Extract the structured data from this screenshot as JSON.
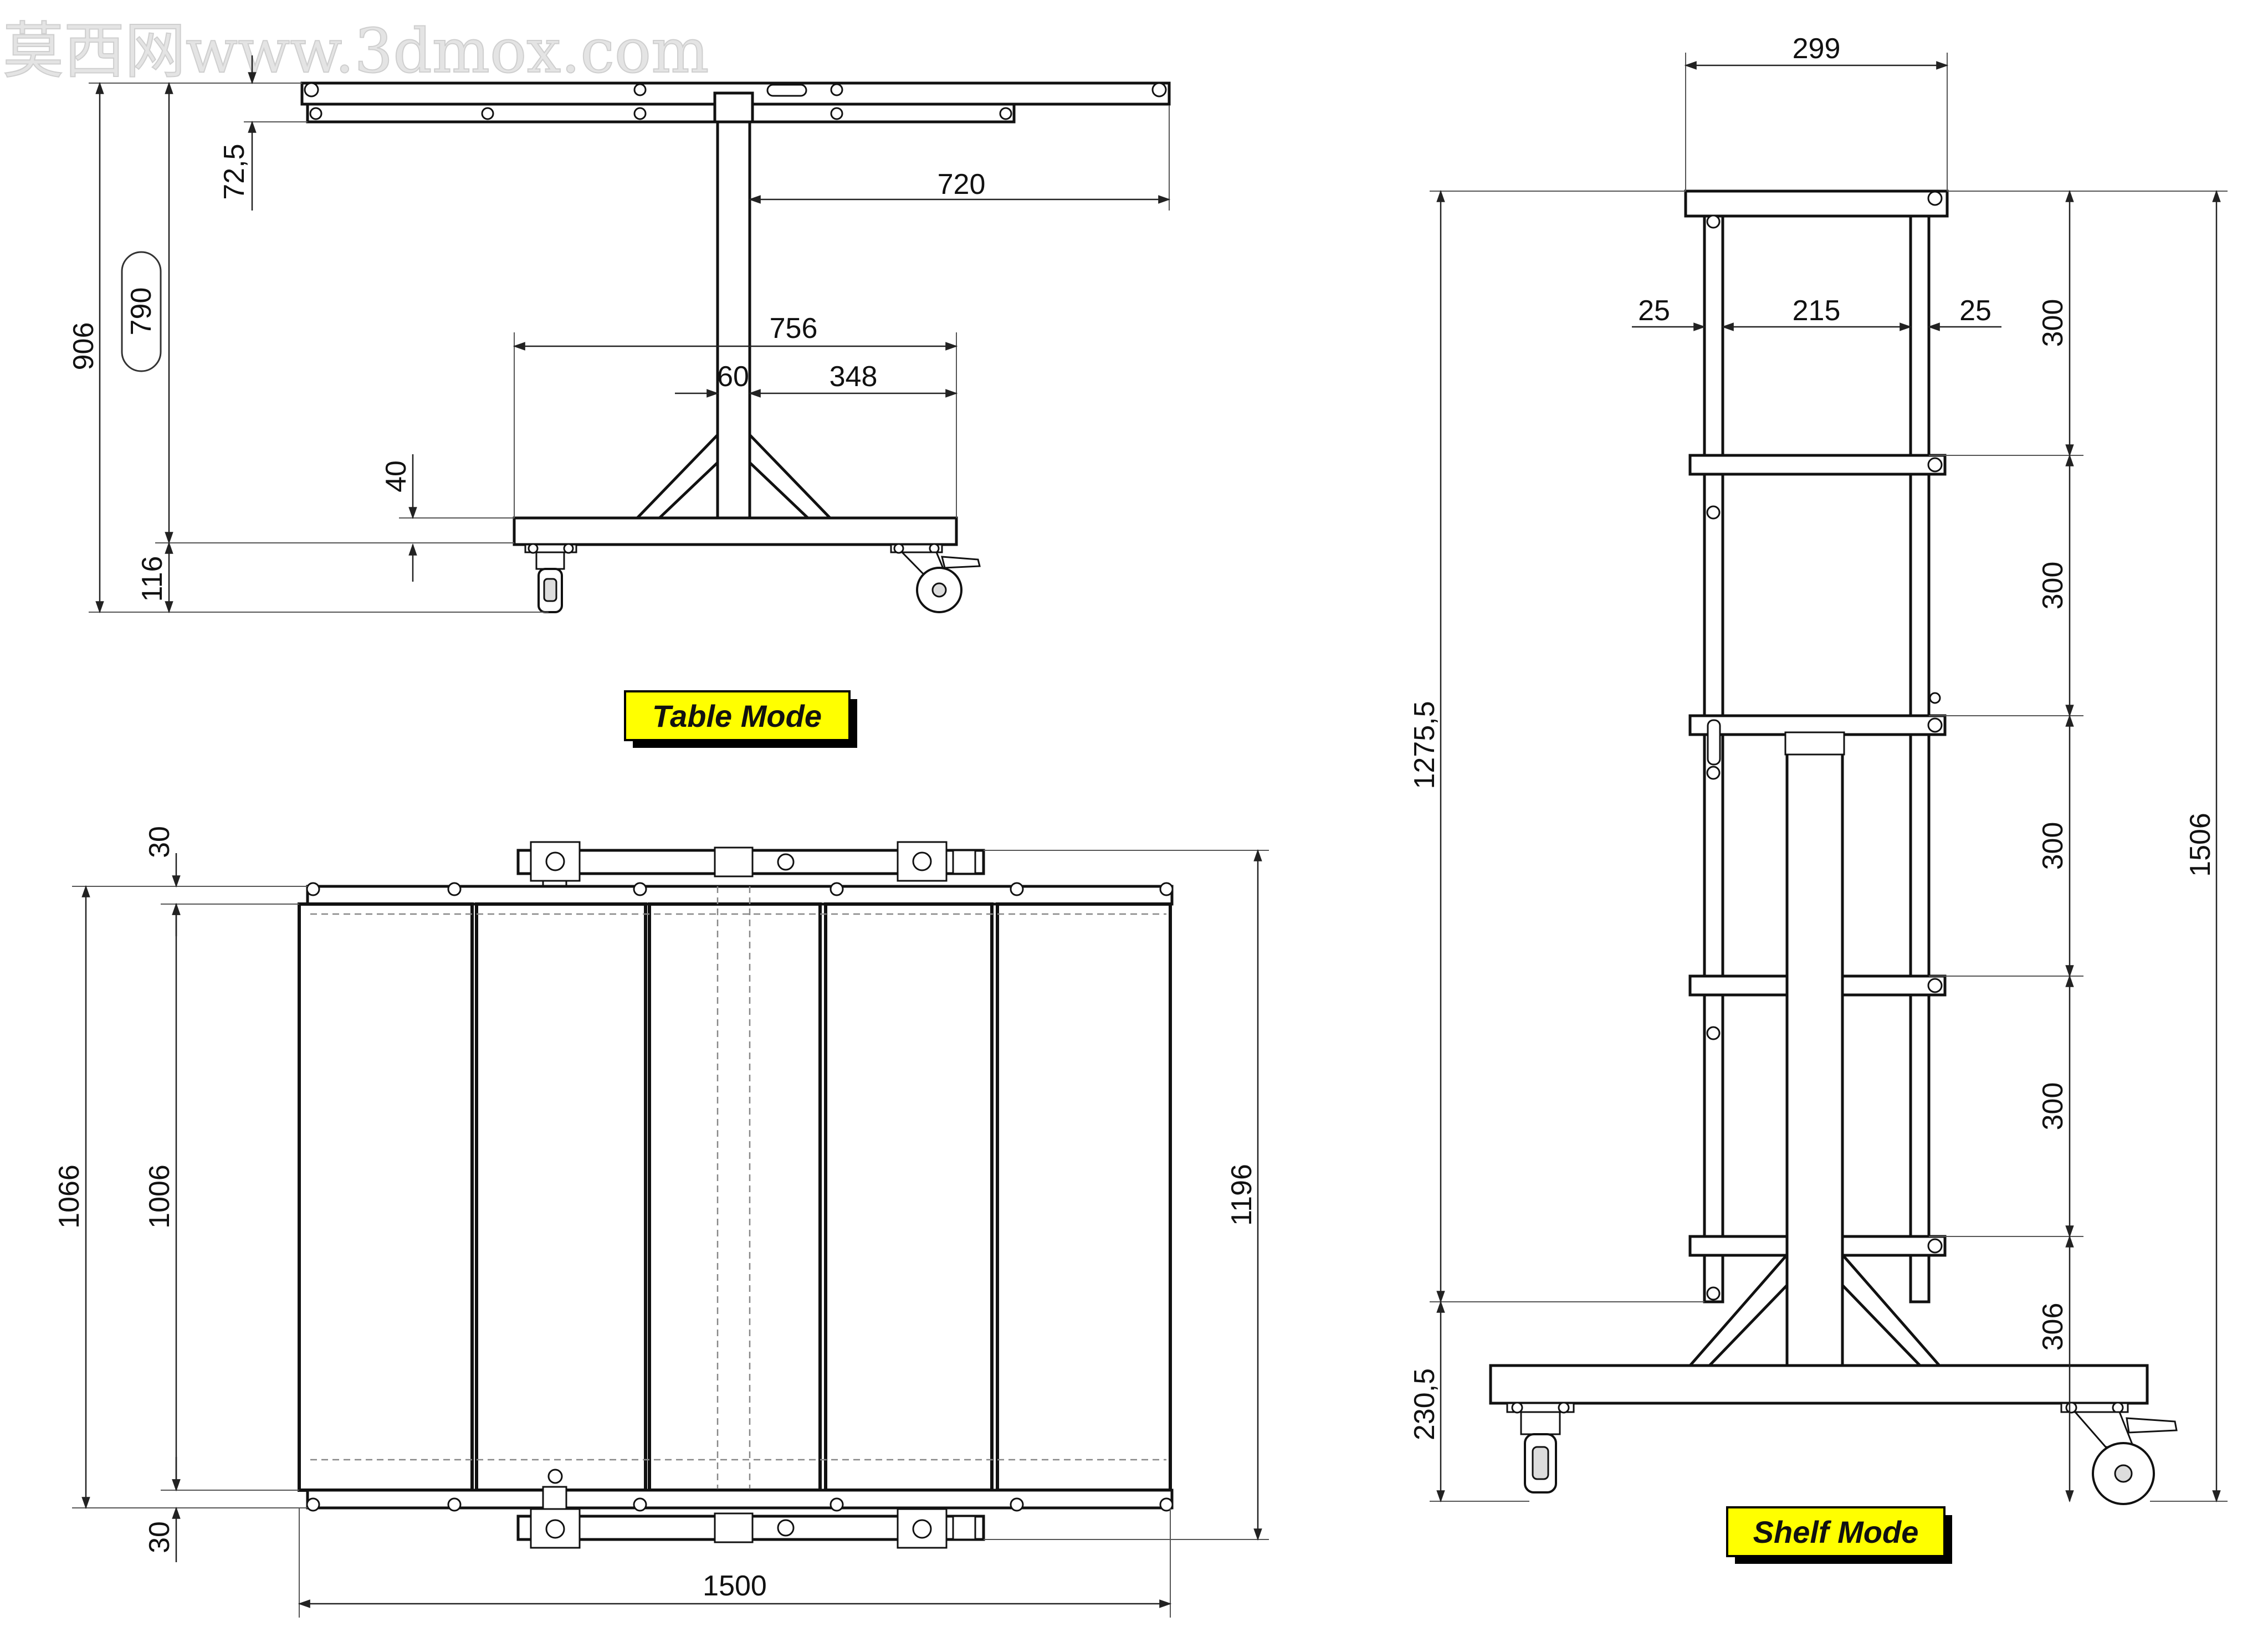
{
  "watermark": {
    "text": "莫西网www.3dmox.com"
  },
  "labels": {
    "table_mode": "Table Mode",
    "shelf_mode": "Shelf Mode"
  },
  "colors": {
    "label_bg": "#ffff00",
    "label_shadow": "#000000",
    "line": "#111111"
  },
  "dims": {
    "table_side": {
      "h906": "906",
      "h790": "790",
      "h72_5": "72,5",
      "h116": "116",
      "h40": "40",
      "w720": "720",
      "w756": "756",
      "w60": "60",
      "w348": "348"
    },
    "table_top": {
      "h30_top": "30",
      "h1066": "1066",
      "h1006": "1006",
      "h30_bottom": "30",
      "h1196": "1196",
      "w1500": "1500"
    },
    "shelf": {
      "w299": "299",
      "w25_left": "25",
      "w215": "215",
      "w25_right": "25",
      "h1275_5": "1275,5",
      "h230_5": "230,5",
      "h1506": "1506",
      "h300_1": "300",
      "h300_2": "300",
      "h300_3": "300",
      "h300_4": "300",
      "h306": "306"
    }
  }
}
